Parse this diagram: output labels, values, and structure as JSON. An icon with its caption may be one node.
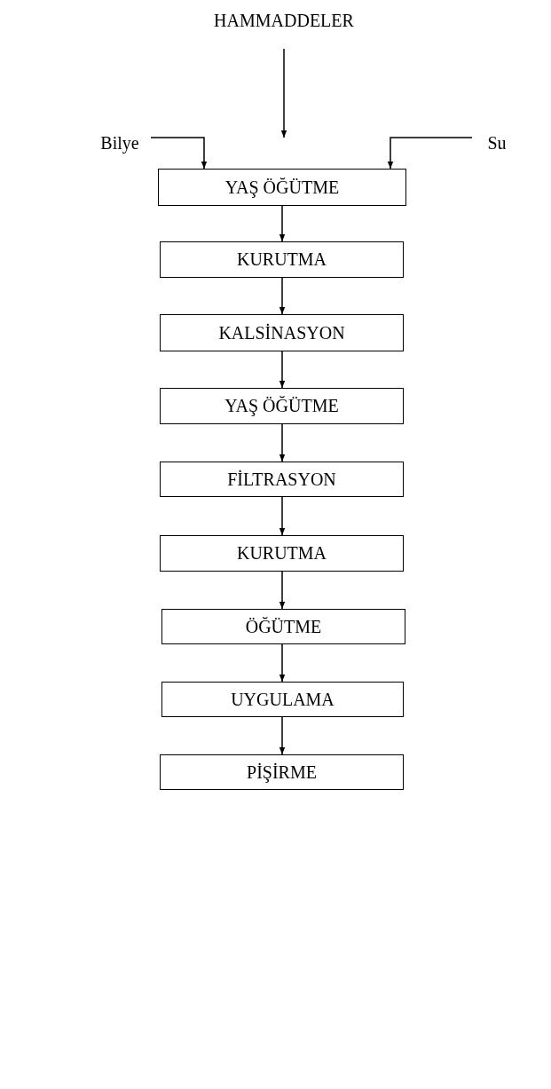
{
  "diagram": {
    "nodes": [
      {
        "text": [
          "HAMMADDELER"
        ]
      },
      {
        "text": [
          "Bilye"
        ]
      },
      {
        "text": [
          "Su"
        ]
      },
      {
        "text": [
          "YAŞ ÖĞÜTME"
        ]
      },
      {
        "text": [
          "KURUTMA"
        ]
      },
      {
        "text": [
          "KALSİNASYON"
        ]
      },
      {
        "text": [
          "YAŞ ÖĞÜTME"
        ]
      },
      {
        "text": [
          "FİLTRASYON"
        ]
      },
      {
        "text": [
          "KURUTMA"
        ]
      },
      {
        "text": [
          "ÖĞÜTME"
        ]
      },
      {
        "text": [
          "UYGULAMA"
        ]
      },
      {
        "text": [
          "PİŞİRME"
        ]
      }
    ],
    "edges": [
      {
        "from": 0,
        "to": 3,
        "arrow": "to"
      },
      {
        "from": 1,
        "to": 3,
        "arrow": "to"
      },
      {
        "from": 2,
        "to": 3,
        "arrow": "to"
      },
      {
        "from": 3,
        "to": 4,
        "arrow": "to"
      },
      {
        "from": 4,
        "to": 5,
        "arrow": "to"
      },
      {
        "from": 5,
        "to": 6,
        "arrow": "to"
      },
      {
        "from": 6,
        "to": 7,
        "arrow": "to"
      },
      {
        "from": 7,
        "to": 8,
        "arrow": "to"
      },
      {
        "from": 8,
        "to": 9,
        "arrow": "to"
      },
      {
        "from": 9,
        "to": 10,
        "arrow": "to"
      },
      {
        "from": 10,
        "to": 11,
        "arrow": "to"
      }
    ]
  }
}
